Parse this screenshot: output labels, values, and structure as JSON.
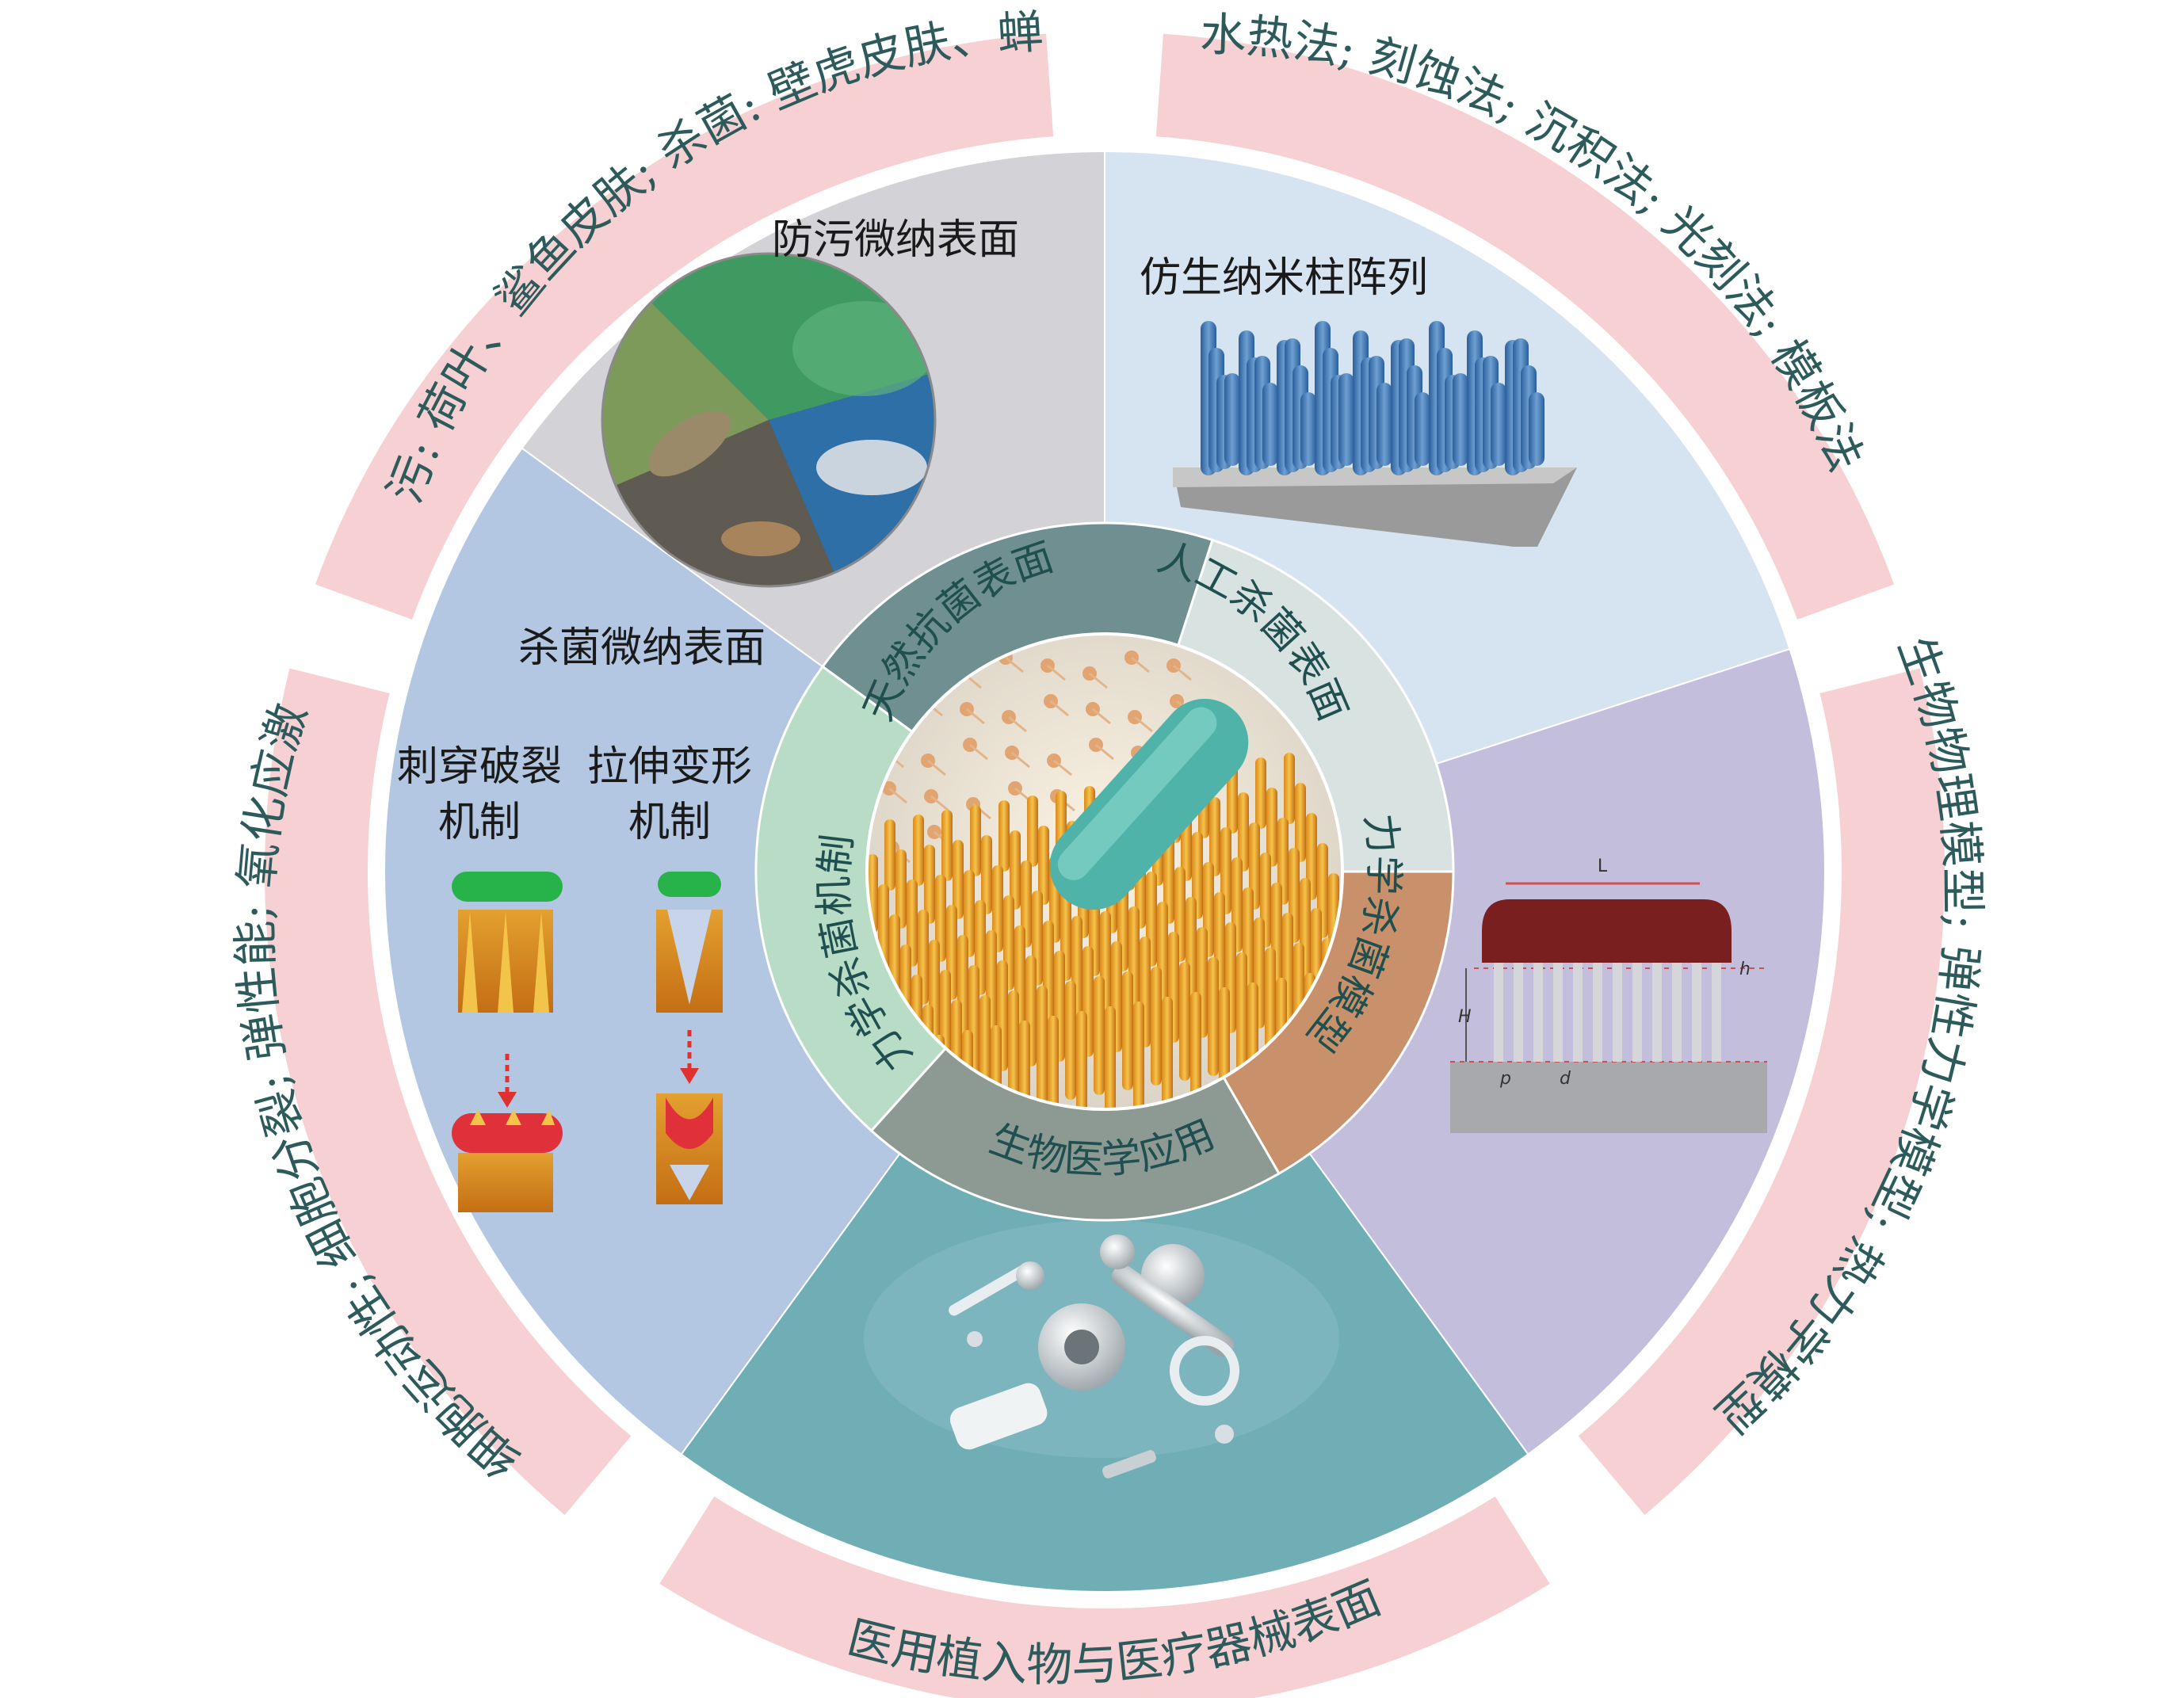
{
  "center": {
    "sectors": [
      {
        "id": "natural",
        "label": "天然抗菌表面",
        "color": "#6f8f90"
      },
      {
        "id": "artificial",
        "label": "人工杀菌表面",
        "color": "#d8e2e0"
      },
      {
        "id": "mech_model",
        "label": "力学杀菌模型",
        "color": "#c9916b"
      },
      {
        "id": "biomed",
        "label": "生物医学应用",
        "color": "#8d9a94"
      },
      {
        "id": "mechanism",
        "label": "力学杀菌机制",
        "color": "#b9dcc7"
      }
    ]
  },
  "panels": {
    "top_left": {
      "title_top": "防污微纳表面",
      "title_bottom": "杀菌微纳表面",
      "color": "#d3d2d6"
    },
    "top_right": {
      "title": "仿生纳米柱阵列",
      "color": "#d6e3f0"
    },
    "right": {
      "color": "#c3bedb",
      "model_labels": {
        "L": "L",
        "H": "H",
        "h": "h",
        "p": "p",
        "d": "d"
      }
    },
    "bottom": {
      "color": "#70aeb6"
    },
    "left": {
      "color": "#b3c7e2",
      "mech1_line1": "刺穿破裂",
      "mech1_line2": "机制",
      "mech2_line1": "拉伸变形",
      "mech2_line2": "机制"
    }
  },
  "outer_ring": {
    "color": "#f6d0d3",
    "top_left": "防污: 荷叶、鲨鱼皮肤; 杀菌: 壁虎皮肤、蝉翼",
    "top_right": "水热法; 刻蚀法; 沉积法; 光刻法; 模板法",
    "right": "生物物理模型; 弹性力学模型; 热力学模型",
    "bottom": "医用植入物与医疗器械表面",
    "left": "细胞运动性; 细胞分裂; 弹性能; 氧化应激"
  }
}
